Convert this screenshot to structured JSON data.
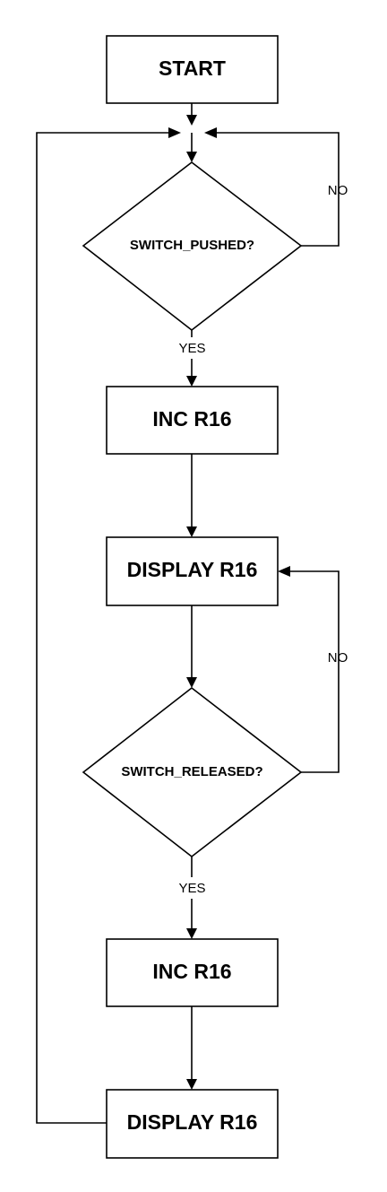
{
  "diagram": {
    "nodes": {
      "start": "START",
      "decision_pushed": "SWITCH_PUSHED?",
      "inc_1": "INC R16",
      "display_1": "DISPLAY R16",
      "decision_released": "SWITCH_RELEASED?",
      "inc_2": "INC R16",
      "display_2": "DISPLAY R16"
    },
    "edge_labels": {
      "pushed_no": "NO",
      "pushed_yes": "YES",
      "released_no": "NO",
      "released_yes": "YES"
    },
    "colors": {
      "stroke": "#000000",
      "fill": "#ffffff",
      "text": "#000000"
    }
  }
}
